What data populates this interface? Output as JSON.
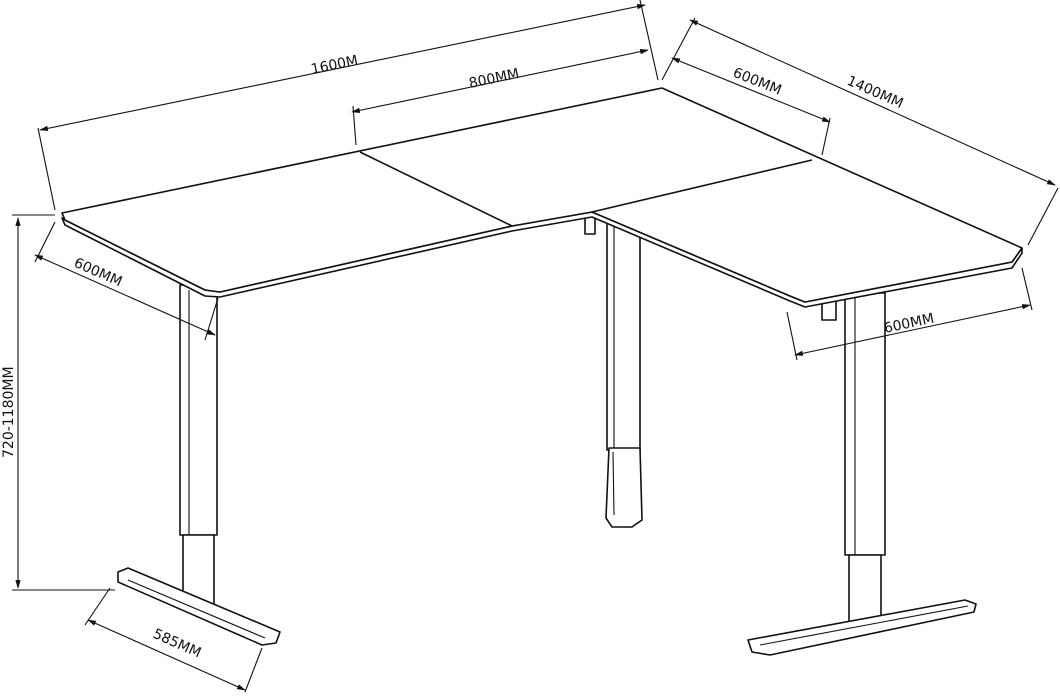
{
  "dimensions": {
    "total_width_left": "1600M",
    "middle_section": "800MM",
    "right_depth_top": "600MM",
    "total_width_right": "1400MM",
    "left_depth": "600MM",
    "right_depth_bottom": "600MM",
    "height_range": "720-1180MM",
    "foot_length": "585MM"
  },
  "colors": {
    "line": "#111111",
    "background": "#ffffff"
  }
}
